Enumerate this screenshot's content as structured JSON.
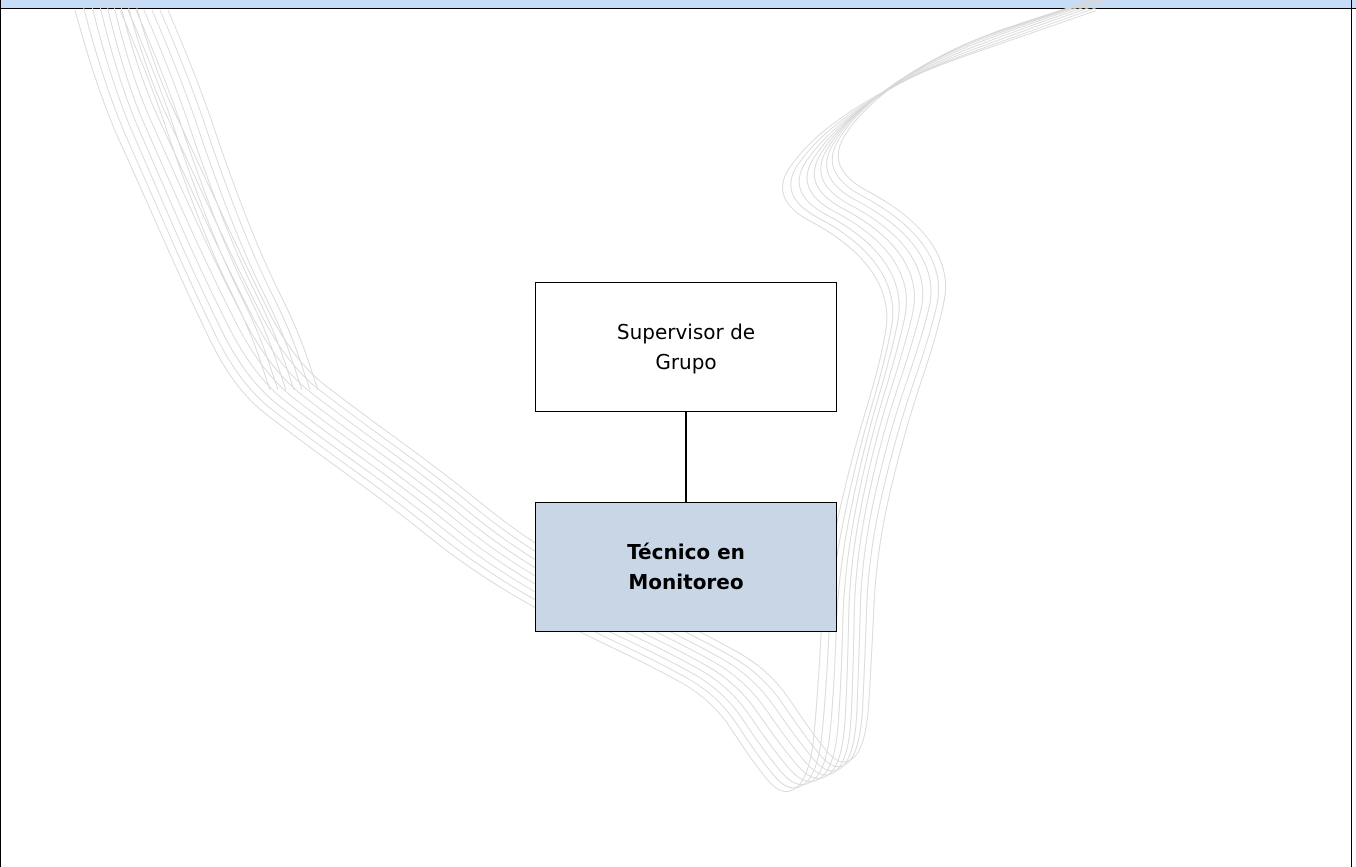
{
  "diagram": {
    "nodes": [
      {
        "id": "supervisor",
        "label": "Supervisor de Grupo"
      },
      {
        "id": "tecnico",
        "label": "Técnico en Monitoreo"
      }
    ],
    "edges": [
      {
        "from": "supervisor",
        "to": "tecnico"
      }
    ]
  },
  "colors": {
    "header_band": "#c6dcf7",
    "highlight_node": "#c9d6e6",
    "watermark_line": "#d8d8d8"
  }
}
